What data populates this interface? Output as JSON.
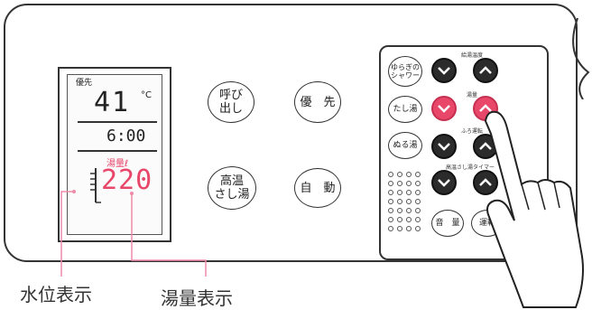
{
  "display": {
    "priority_label": "優先",
    "temperature": "41",
    "temp_unit": "°C",
    "time": "6:00",
    "bath_level_label": "湯量ℓ",
    "bath_amount": "220"
  },
  "center_buttons": {
    "call": "呼び\n出し",
    "priority": "優　先",
    "high_temp_add": "高温\nさし湯",
    "auto": "自　動"
  },
  "right_panel": {
    "group1_label": "給湯温度",
    "group2_label": "湯量",
    "group3_label": "ふろ運転",
    "group4_label": "高温さし湯タイマー",
    "yuragi_button": "ゆらぎの\nシャワー",
    "tashiyu_button": "たし湯",
    "nuruyu_button": "ぬる湯",
    "volume_button": "音　量",
    "run_button": "運転"
  },
  "captions": {
    "water_level": "水位表示",
    "hot_water_amount": "湯量表示"
  },
  "colors": {
    "accent_red": "#e8476a",
    "pink_line": "#f08aa8"
  },
  "icons": [
    "chevron-down-icon",
    "chevron-up-icon",
    "pointing-hand-icon",
    "speaker-grille-icon"
  ]
}
